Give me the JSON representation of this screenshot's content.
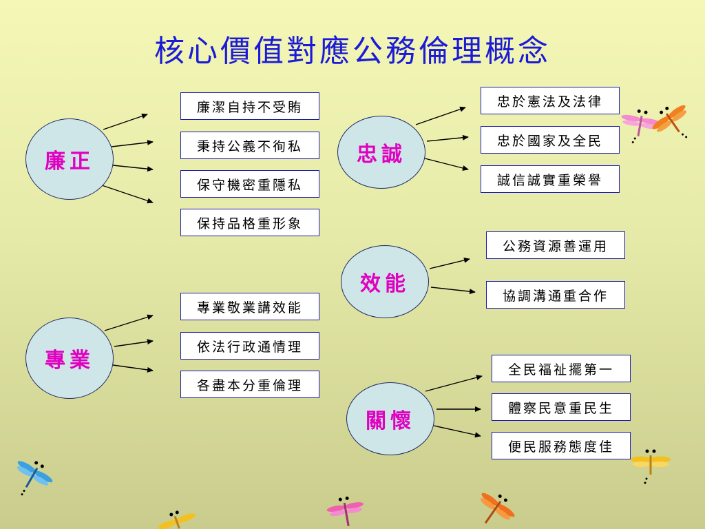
{
  "title": "核心價值對應公務倫理概念",
  "groups": [
    {
      "name": "廉正",
      "items": [
        "廉潔自持不受賄",
        "秉持公義不徇私",
        "保守機密重隱私",
        "保持品格重形象"
      ]
    },
    {
      "name": "專業",
      "items": [
        "專業敬業講效能",
        "依法行政通情理",
        "各盡本分重倫理"
      ]
    },
    {
      "name": "忠誠",
      "items": [
        "忠於憲法及法律",
        "忠於國家及全民",
        "誠信誠實重榮譽"
      ]
    },
    {
      "name": "效能",
      "items": [
        "公務資源善運用",
        "協調溝通重合作"
      ]
    },
    {
      "name": "關懷",
      "items": [
        "全民福祉擺第一",
        "體察民意重民生",
        "便民服務態度佳"
      ]
    }
  ],
  "colors": {
    "circle_text": "#e000c0",
    "circle_fill": "#cfe6e8",
    "title": "#1a1ad8",
    "box_border": "#1a1ab0"
  },
  "decorations": [
    "dragonfly-icon"
  ]
}
